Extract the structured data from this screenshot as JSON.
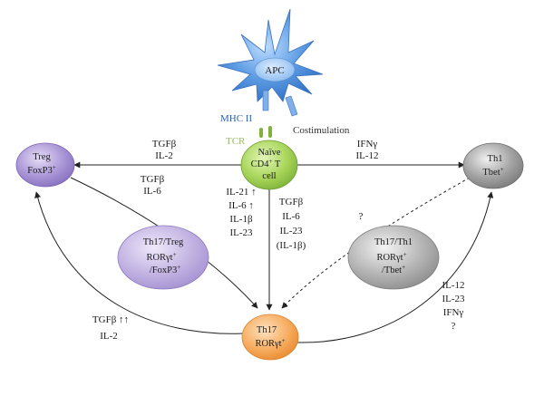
{
  "apc": {
    "label": "APC"
  },
  "mhc": {
    "label": "MHC II"
  },
  "costim": {
    "label": "Costimulation"
  },
  "tcr": {
    "label": "TCR"
  },
  "naive": {
    "line1": "Naïve",
    "line2_base": "CD4",
    "line2_sup": "+",
    "line2_rest": " T",
    "line3": "cell"
  },
  "treg": {
    "line1": "Treg",
    "line2": "FoxP3",
    "sup": "+"
  },
  "th1": {
    "line1": "Th1",
    "line2": "Tbet",
    "sup": "+"
  },
  "th17": {
    "line1": "Th17",
    "line2": "RORγt",
    "sup": "+"
  },
  "th17_treg": {
    "line1": "Th17/Treg",
    "line2": "RORγt",
    "line3": "/FoxP3",
    "sup": "+"
  },
  "th17_th1": {
    "line1": "Th17/Th1",
    "line2": "RORγt",
    "line3": "/Tbet",
    "sup": "+"
  },
  "labels": {
    "naive_to_treg": [
      "TGFβ",
      "IL-2"
    ],
    "treg_to_th17": [
      "TGFβ",
      "IL-6"
    ],
    "naive_to_th1": [
      "IFNγ",
      "IL-12"
    ],
    "center_left": [
      "IL-21 ↑",
      "IL-6 ↑",
      "IL-1β",
      "IL-23"
    ],
    "center_right": [
      "TGFβ",
      "IL-6",
      "IL-23",
      "(IL-1β)"
    ],
    "th1_to_th17": "?",
    "th17_to_treg": [
      "TGFβ ↑↑",
      "IL-2"
    ],
    "th17_to_th1": [
      "IL-12",
      "IL-23",
      "IFNγ",
      "?"
    ]
  },
  "colors": {
    "apc": "#4a86d6",
    "naive": "#8cc63f",
    "treg": "#9b85c9",
    "th1": "#8a8a8a",
    "th17": "#f5a04a",
    "th17_treg": "#b9a8dc",
    "th17_th1": "#a6a6a6"
  }
}
